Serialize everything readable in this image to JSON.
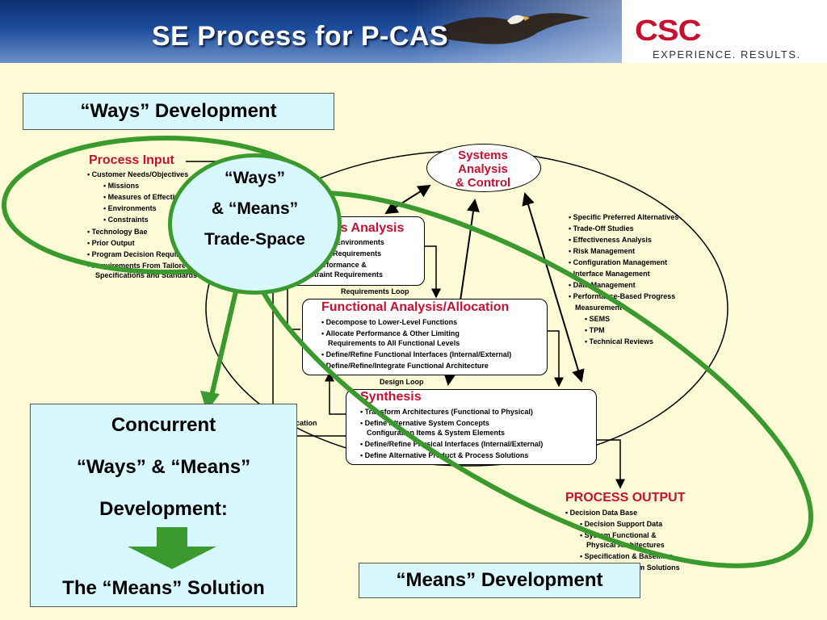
{
  "title": "SE  Process for P-CAS",
  "logo": {
    "mark": "CSC",
    "tagline": "EXPERIENCE. RESULTS."
  },
  "ways_box": "“Ways” Development",
  "means_box": "“Means” Development",
  "trade_space": {
    "line1": "“Ways”",
    "line2": "& “Means”",
    "line3": "Trade-Space"
  },
  "concurrent": {
    "line1": "Concurrent",
    "line2": "“Ways” & “Means”",
    "line3": "Development:",
    "line4": "The “Means” Solution"
  },
  "process_input": {
    "heading": "Process Input",
    "items": [
      "• Customer Needs/Objectives",
      "• Missions",
      "• Measures of Effectiveness",
      "• Environments",
      "• Constraints",
      "• Technology Bae",
      "• Prior Output",
      "• Program Decision Requirements",
      "• Requirements From Tailored",
      "Specifications and Standards"
    ]
  },
  "systems_analysis": {
    "line1": "Systems",
    "line2": "Analysis",
    "line3": "& Control"
  },
  "requirements_analysis": {
    "heading": "Requirements Analysis",
    "items": [
      "• Analyze Missions & Environments",
      "• Identify Functional Requirements",
      "• Define/Refine Performance &",
      "Design Constraint Requirements"
    ]
  },
  "requirements_loop": "Requirements Loop",
  "functional_analysis": {
    "heading": "Functional Analysis/Allocation",
    "items": [
      "• Decompose to Lower-Level Functions",
      "• Allocate Performance & Other Limiting",
      "Requirements to All Functional Levels",
      "• Define/Refine Functional Interfaces (Internal/External)",
      "• Define/Refine/Integrate Functional Architecture"
    ]
  },
  "design_loop": "Design Loop",
  "verification": "Verification",
  "synthesis": {
    "heading": "Synthesis",
    "items": [
      "• Transform Architectures (Functional to Physical)",
      "• Define Alternative System Concepts",
      "Configuration Items & System Elements",
      "• Define/Refine Physical Interfaces (Internal/External)",
      "• Define Alternative Product & Process Solutions"
    ]
  },
  "control_items": [
    "• Specific Preferred Alternatives",
    "• Trade-Off Studies",
    "• Effectiveness Analysis",
    "• Risk Management",
    "• Configuration Management",
    "• Interface Management",
    "• Data Management",
    "• Performance-Based Progress",
    "Measurement",
    "• SEMS",
    "• TPM",
    "• Technical Reviews"
  ],
  "process_output": {
    "heading": "PROCESS OUTPUT",
    "items": [
      "• Decision Data Base",
      "• Decision Support Data",
      "• System Functional &",
      "Physical Architectures",
      "• Specification & Baselines",
      "• Balanced System Solutions"
    ]
  },
  "colors": {
    "green": "#3a9a2e",
    "red": "#c8102e",
    "cyan": "#d8f8ff",
    "background": "#fdfbd6"
  }
}
